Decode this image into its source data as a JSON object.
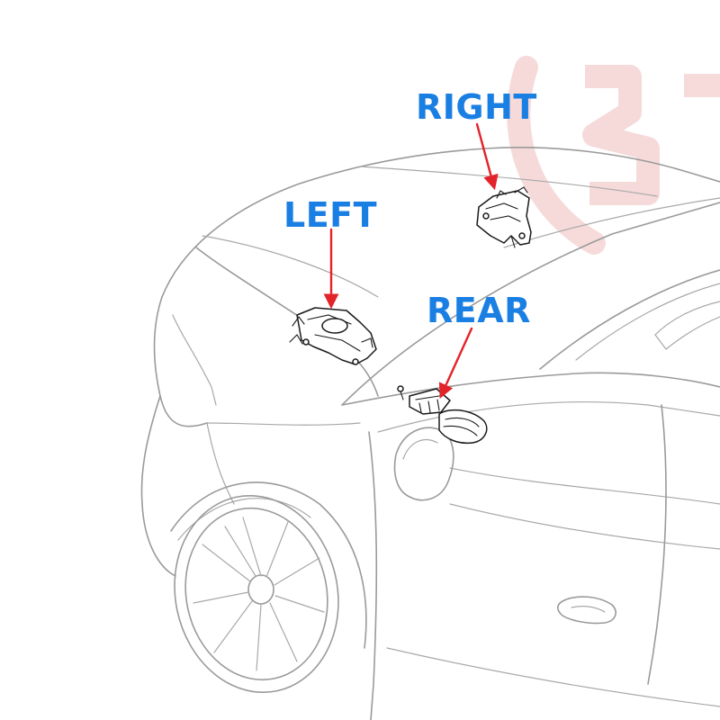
{
  "labels": {
    "right": "RIGHT",
    "left": "LEFT",
    "rear": "REAR"
  },
  "colors": {
    "label": "#1a7fe3",
    "arrow": "#e3232a",
    "car_outline": "#9a9a9a",
    "part_outline": "#1a1a1a",
    "watermark": "#f6d7d7"
  },
  "icons": {
    "watermark": "brand-watermark-logo",
    "right_mount": "engine-mount-right-icon",
    "left_mount": "engine-mount-left-icon",
    "rear_mount": "engine-mount-rear-icon"
  }
}
